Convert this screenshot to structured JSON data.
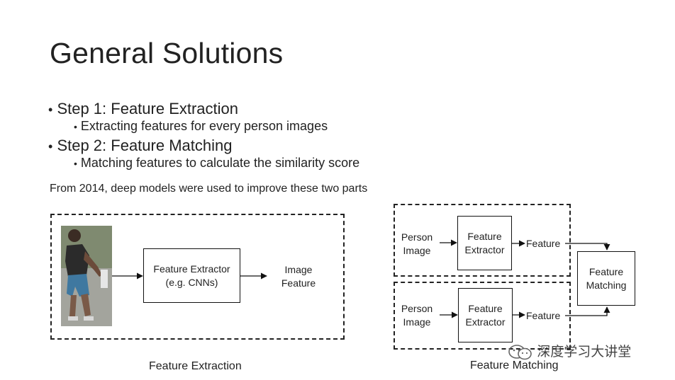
{
  "slide": {
    "title": "General Solutions",
    "steps": [
      {
        "label": "Step 1: Feature Extraction",
        "sub": "Extracting features for every person images"
      },
      {
        "label": "Step 2: Feature Matching",
        "sub": "Matching features to calculate the similarity score"
      }
    ],
    "intro": "From 2014, deep models were used to improve these two parts"
  },
  "extraction_diagram": {
    "extractor_label": "Feature Extractor\n(e.g. CNNs)",
    "output_label": "Image\nFeature",
    "caption": "Feature Extraction"
  },
  "matching_diagram": {
    "branches": [
      {
        "input": "Person\nImage",
        "extractor": "Feature\nExtractor",
        "output": "Feature"
      },
      {
        "input": "Person\nImage",
        "extractor": "Feature\nExtractor",
        "output": "Feature"
      }
    ],
    "matching_label": "Feature\nMatching",
    "caption": "Feature Matching"
  },
  "watermark": {
    "text": "深度学习大讲堂",
    "icon": "wechat-icon"
  }
}
